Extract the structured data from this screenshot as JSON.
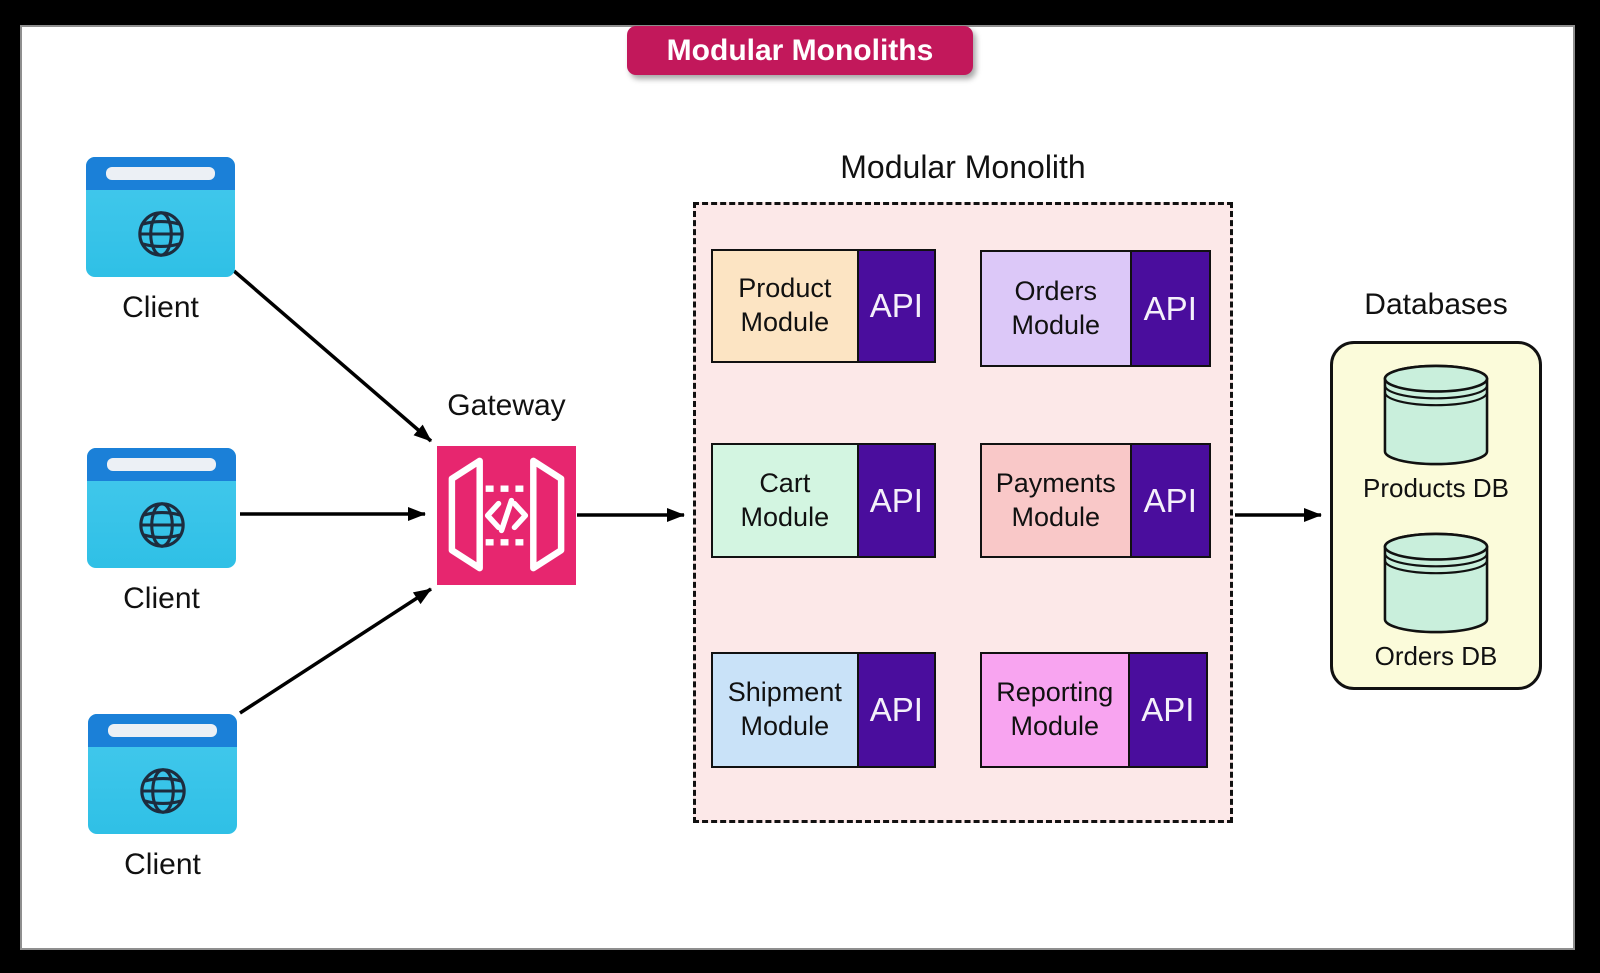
{
  "title_badge": {
    "label": "Modular Monoliths",
    "bg": "#C2185B",
    "text_color": "#FFFFFF"
  },
  "clients": [
    {
      "label": "Client"
    },
    {
      "label": "Client"
    },
    {
      "label": "Client"
    }
  ],
  "gateway": {
    "label": "Gateway",
    "bg": "#E7266F"
  },
  "monolith": {
    "title": "Modular Monolith",
    "bg": "#FCE8E8",
    "api_label": "API",
    "api_bg": "#4A0D9D",
    "modules": [
      {
        "name": "Product Module",
        "line1": "Product",
        "line2": "Module",
        "bg": "#FCE4C3"
      },
      {
        "name": "Orders Module",
        "line1": "Orders",
        "line2": "Module",
        "bg": "#DCC8F8"
      },
      {
        "name": "Cart Module",
        "line1": "Cart",
        "line2": "Module",
        "bg": "#D3F5E1"
      },
      {
        "name": "Payments Module",
        "line1": "Payments",
        "line2": "Module",
        "bg": "#F9C8C8"
      },
      {
        "name": "Shipment Module",
        "line1": "Shipment",
        "line2": "Module",
        "bg": "#C9E2F8"
      },
      {
        "name": "Reporting Module",
        "line1": "Reporting",
        "line2": "Module",
        "bg": "#F8A4F0"
      }
    ]
  },
  "databases": {
    "title": "Databases",
    "bg": "#FBFBDA",
    "cylinder_fill": "#C9EFDC",
    "items": [
      {
        "label": "Products DB"
      },
      {
        "label": "Orders DB"
      }
    ]
  },
  "icons": {
    "client": "browser-globe-icon",
    "gateway": "api-gateway-icon",
    "database": "db-cylinder-icon",
    "arrow": "black-arrow"
  },
  "colors": {
    "frame": "#000000",
    "canvas": "#FFFFFF",
    "browser_top_bar": "#1B80D8",
    "browser_body": "#3AC5EA",
    "globe_stroke": "#1D2C3E",
    "arrow": "#000000",
    "outline": "#111111"
  }
}
